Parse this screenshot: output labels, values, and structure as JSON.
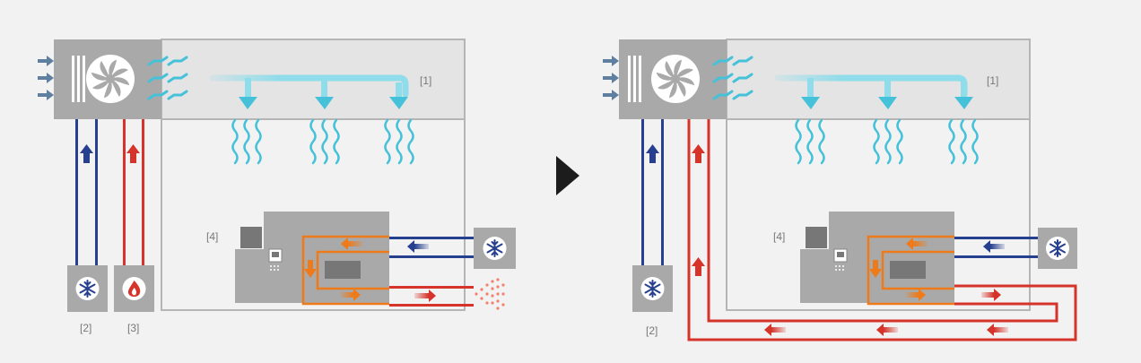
{
  "labels": {
    "ceiling": "[1]",
    "chiller": "[2]",
    "heater": "[3]",
    "machine": "[4]"
  },
  "colors": {
    "background": "#f2f2f2",
    "panel": "#e4e4e4",
    "wall": "#b5b5b5",
    "unit": "#a9a9a9",
    "cold_air": "#45c1d9",
    "cold_line": "#263f8f",
    "hot_line": "#d6332a",
    "coolant_hot": "#ef7a1a",
    "coolant_warm": "#f5b066",
    "arrow_sign": "#1c1c1c"
  },
  "icons": {
    "fan": "fan-icon",
    "intake": "air-intake-icon",
    "chiller": "snowflake-icon",
    "heater": "flame-icon",
    "exhaust": "heat-spray-icon",
    "transition": "play-arrow-icon"
  }
}
